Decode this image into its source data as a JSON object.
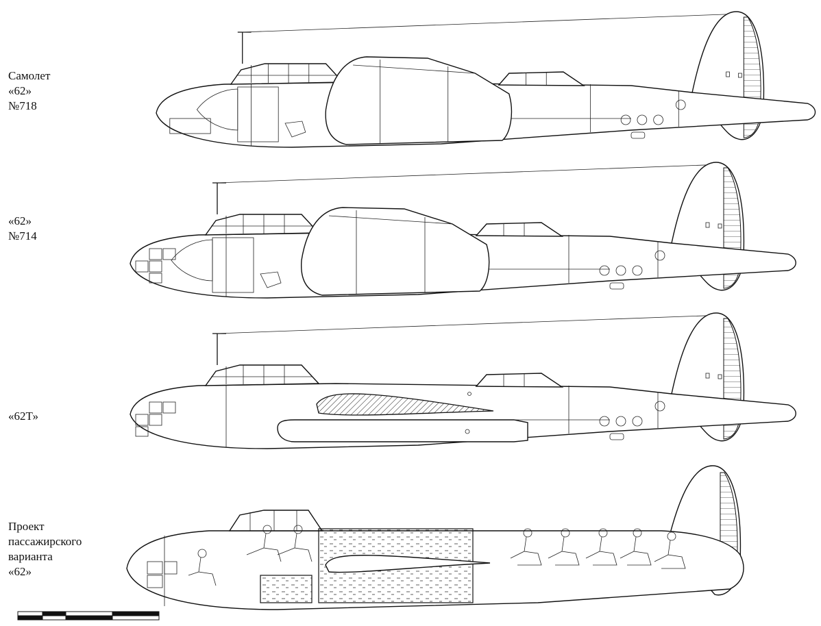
{
  "colors": {
    "ink": "#111111",
    "paper": "#ffffff"
  },
  "variants": [
    {
      "lines": [
        "Самолет",
        "«62»",
        "№718"
      ]
    },
    {
      "lines": [
        "«62»",
        "№714"
      ]
    },
    {
      "lines": [
        "«62Т»"
      ]
    },
    {
      "lines": [
        "Проект",
        "пассажирского",
        "варианта",
        "«62»"
      ]
    }
  ]
}
